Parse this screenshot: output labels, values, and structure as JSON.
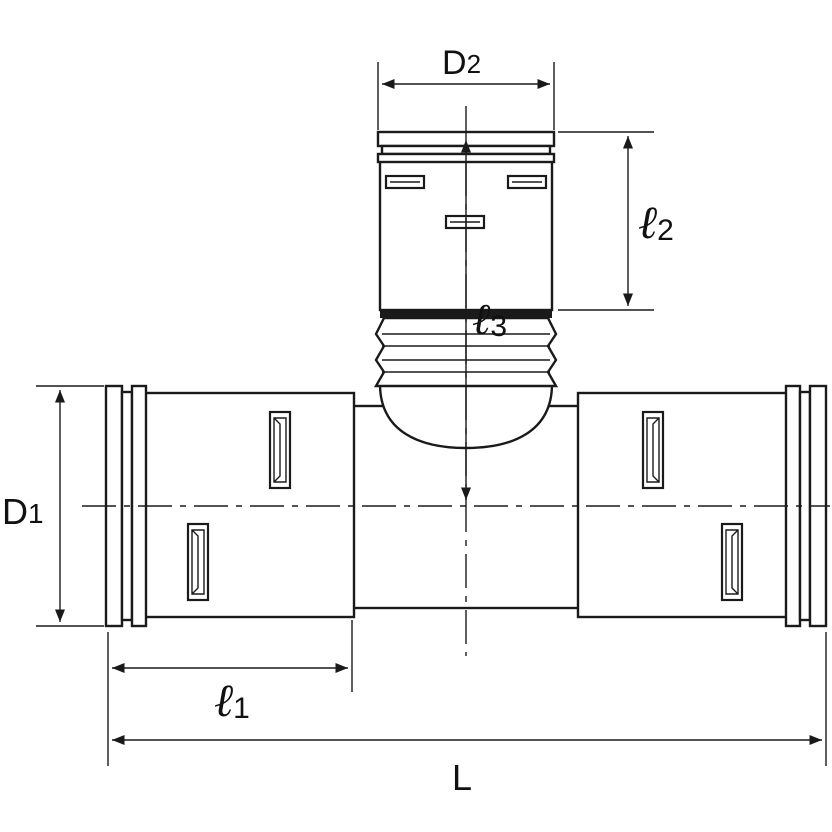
{
  "labels": {
    "D2": {
      "main": "D",
      "sub": "2"
    },
    "D1": {
      "main": "D",
      "sub": "1"
    },
    "l2": {
      "main": "ℓ",
      "sub": "2"
    },
    "l3": {
      "main": "ℓ",
      "sub": "3"
    },
    "l1": {
      "main": "ℓ",
      "sub": "1"
    },
    "L": "L"
  }
}
